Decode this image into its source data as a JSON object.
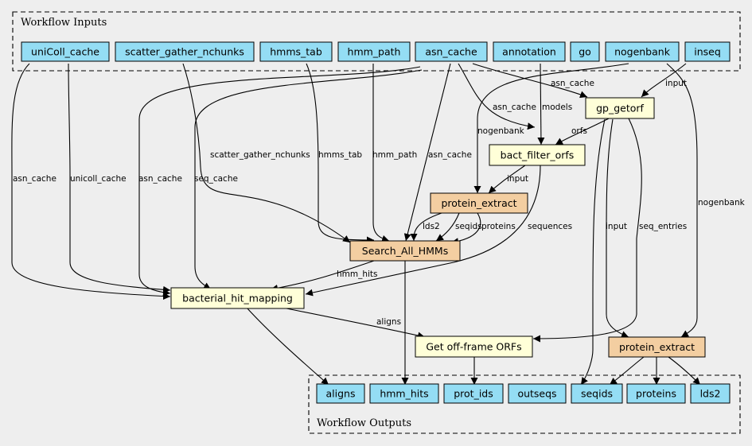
{
  "clusters": {
    "inputs_label": "Workflow Inputs",
    "outputs_label": "Workflow Outputs"
  },
  "colors": {
    "io": "#94ddf4",
    "step": "#ffffd8",
    "subworkflow": "#f3cea1",
    "background": "#eeeeee"
  },
  "nodes": {
    "unicoll_cache": "uniColl_cache",
    "scatter_gather_nchunks": "scatter_gather_nchunks",
    "hmms_tab": "hmms_tab",
    "hmm_path": "hmm_path",
    "asn_cache": "asn_cache",
    "annotation": "annotation",
    "go": "go",
    "nogenbank": "nogenbank",
    "inseq": "inseq",
    "gp_getorf": "gp_getorf",
    "bact_filter_orfs": "bact_filter_orfs",
    "protein_extract_1": "protein_extract",
    "search_all_hmms": "Search_All_HMMs",
    "bacterial_hit_mapping": "bacterial_hit_mapping",
    "get_offframe_orfs": "Get off-frame ORFs",
    "protein_extract_2": "protein_extract",
    "out_aligns": "aligns",
    "out_hmm_hits": "hmm_hits",
    "out_prot_ids": "prot_ids",
    "out_outseqs": "outseqs",
    "out_seqids": "seqids",
    "out_proteins": "proteins",
    "out_lds2": "lds2"
  },
  "edge_labels": {
    "asn_cache_gp_getorf": "asn_cache",
    "input_inseq": "input",
    "asn_cache_filter": "asn_cache",
    "models": "models",
    "nogenbank_extract": "nogenbank",
    "orfs": "orfs",
    "scatter_gather_nchunks": "scatter_gather_nchunks",
    "hmms_tab": "hmms_tab",
    "hmm_path": "hmm_path",
    "asn_cache_search": "asn_cache",
    "unicoll_asn_cache": "asn_cache",
    "unicoll_cache": "unicoll_cache",
    "asn_cache_mapping": "asn_cache",
    "seq_cache": "seq_cache",
    "nogenbank_right": "nogenbank",
    "input_filter": "input",
    "lds2": "lds2",
    "seqids": "seqids",
    "proteins": "proteins",
    "sequences": "sequences",
    "input_getorf": "input",
    "seq_entries": "seq_entries",
    "hmm_hits": "hmm_hits",
    "aligns": "aligns"
  }
}
